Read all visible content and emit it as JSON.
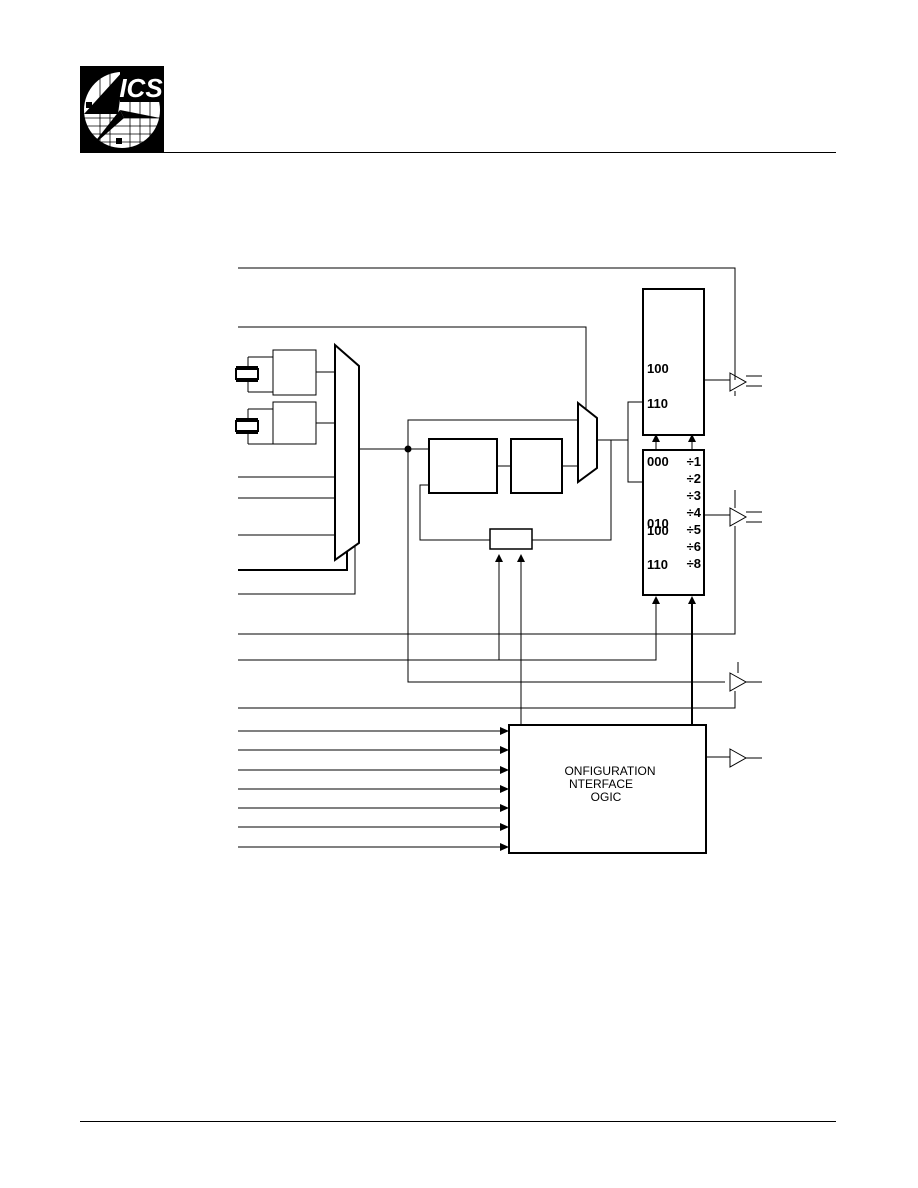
{
  "logo": {
    "text": "ICS"
  },
  "diagram": {
    "sel1_codes": [
      "100",
      "110"
    ],
    "divider": {
      "codes": [
        "000",
        "010",
        "100",
        "110"
      ],
      "ratios": [
        "÷1",
        "÷2",
        "÷3",
        "÷4",
        "÷5",
        "÷6",
        "÷8"
      ]
    },
    "config_block": {
      "line1": "ONFIGURATION",
      "line2": "NTERFACE",
      "line3": "OGIC"
    }
  }
}
